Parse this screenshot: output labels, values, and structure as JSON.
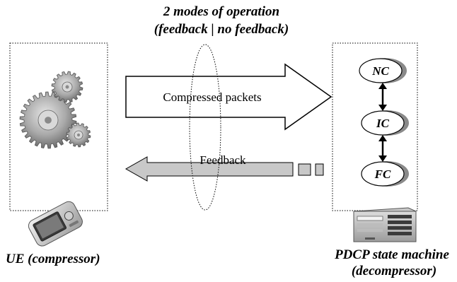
{
  "header": {
    "line1": "2 modes of operation",
    "line2": "(feedback | no feedback)"
  },
  "flows": {
    "compressed_label": "Compressed packets",
    "feedback_label": "Feedback"
  },
  "ue": {
    "label": "UE (compressor)",
    "icons": [
      "gears-icon",
      "pda-device-icon"
    ]
  },
  "pdcp": {
    "label_line1": "PDCP state machine",
    "label_line2": "(decompressor)",
    "states": [
      "NC",
      "IC",
      "FC"
    ],
    "icons": [
      "server-icon"
    ]
  },
  "colors": {
    "arrow_fill": "#c8c8c8",
    "state_shadow": "#8a8a8a",
    "gear": "#a9a9a9"
  }
}
